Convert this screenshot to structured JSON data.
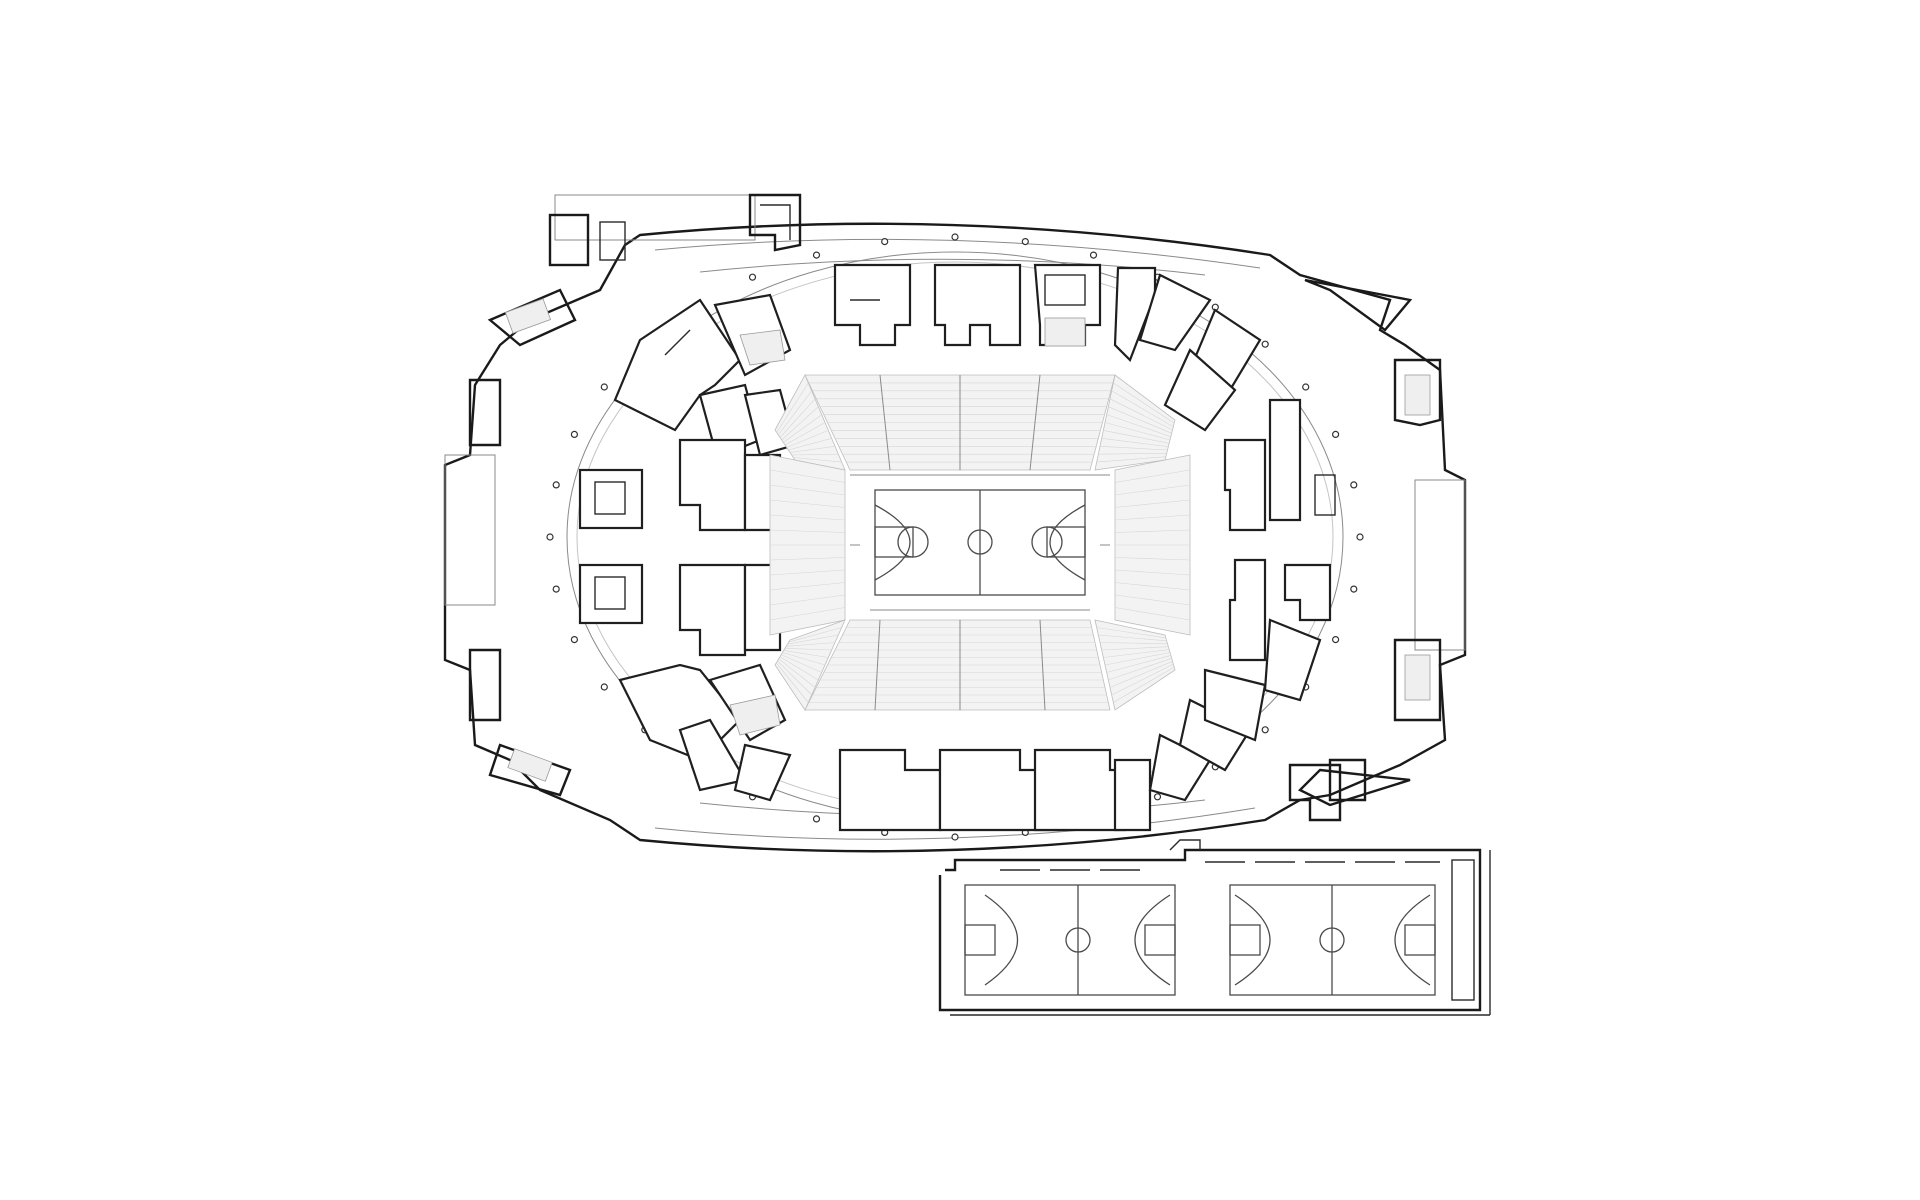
{
  "drawing": {
    "kind": "architectural-floor-plan",
    "main_court_count": 1,
    "practice_court_count": 2,
    "colors": {
      "background": "#ffffff",
      "wall": "#1a1a1a",
      "seating": "#f3f3f3",
      "court_lines": "#4a4a4a"
    }
  }
}
